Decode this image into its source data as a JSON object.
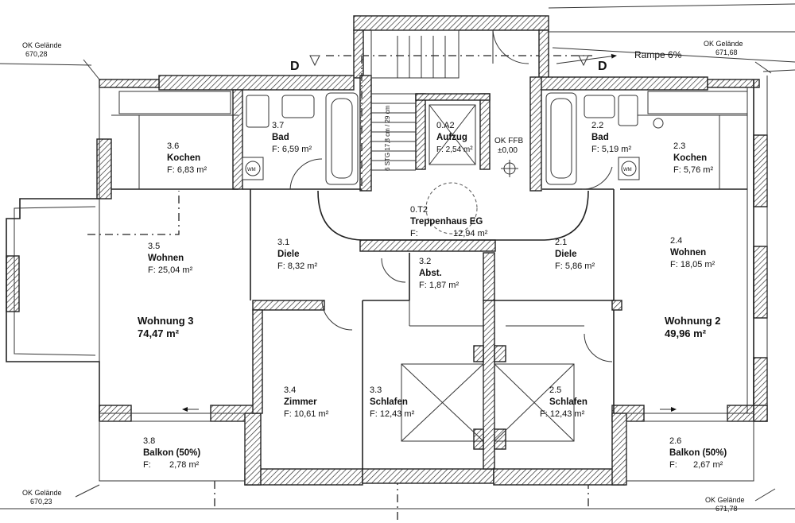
{
  "section_label": "D",
  "ramp": "Rampe 6%",
  "ok_ffb": {
    "label": "OK FFB",
    "value": "±0,00"
  },
  "terrain": {
    "top_left": {
      "label": "OK Gelände",
      "value": "670,28"
    },
    "top_right": {
      "label": "OK Gelände",
      "value": "671,68"
    },
    "bottom_left": {
      "label": "OK Gelände",
      "value": "670,23"
    },
    "bottom_right": {
      "label": "OK Gelände",
      "value": "671,78"
    }
  },
  "stair": "6 STG 17,8 cm / 29 cm",
  "appliance": "WM",
  "rooms": {
    "r36": {
      "num": "3.6",
      "name": "Kochen",
      "area": "F: 6,83 m²"
    },
    "r37": {
      "num": "3.7",
      "name": "Bad",
      "area": "F: 6,59 m²"
    },
    "r0a2": {
      "num": "0.A2",
      "name": "Aufzug",
      "area": "F: 2,54 m²"
    },
    "r22": {
      "num": "2.2",
      "name": "Bad",
      "area": "F: 5,19 m²"
    },
    "r23": {
      "num": "2.3",
      "name": "Kochen",
      "area": "F: 5,76 m²"
    },
    "r0t2": {
      "num": "0.T2",
      "name": "Treppenhaus EG",
      "area_prefix": "F:",
      "area_value": "12,94 m²"
    },
    "r35": {
      "num": "3.5",
      "name": "Wohnen",
      "area": "F: 25,04 m²"
    },
    "r31": {
      "num": "3.1",
      "name": "Diele",
      "area": "F: 8,32 m²"
    },
    "r32": {
      "num": "3.2",
      "name": "Abst.",
      "area": "F: 1,87 m²"
    },
    "r21": {
      "num": "2.1",
      "name": "Diele",
      "area": "F: 5,86 m²"
    },
    "r24": {
      "num": "2.4",
      "name": "Wohnen",
      "area": "F: 18,05 m²"
    },
    "r34": {
      "num": "3.4",
      "name": "Zimmer",
      "area": "F: 10,61 m²"
    },
    "r33": {
      "num": "3.3",
      "name": "Schlafen",
      "area": "F: 12,43 m²"
    },
    "r25": {
      "num": "2.5",
      "name": "Schlafen",
      "area": "F: 12,43 m²"
    },
    "r38": {
      "num": "3.8",
      "name": "Balkon (50%)",
      "area_prefix": "F:",
      "area_value": "2,78 m²"
    },
    "r26": {
      "num": "2.6",
      "name": "Balkon (50%)",
      "area_prefix": "F:",
      "area_value": "2,67 m²"
    }
  },
  "units": {
    "w3": {
      "name": "Wohnung 3",
      "area": "74,47 m²"
    },
    "w2": {
      "name": "Wohnung 2",
      "area": "49,96 m²"
    }
  }
}
